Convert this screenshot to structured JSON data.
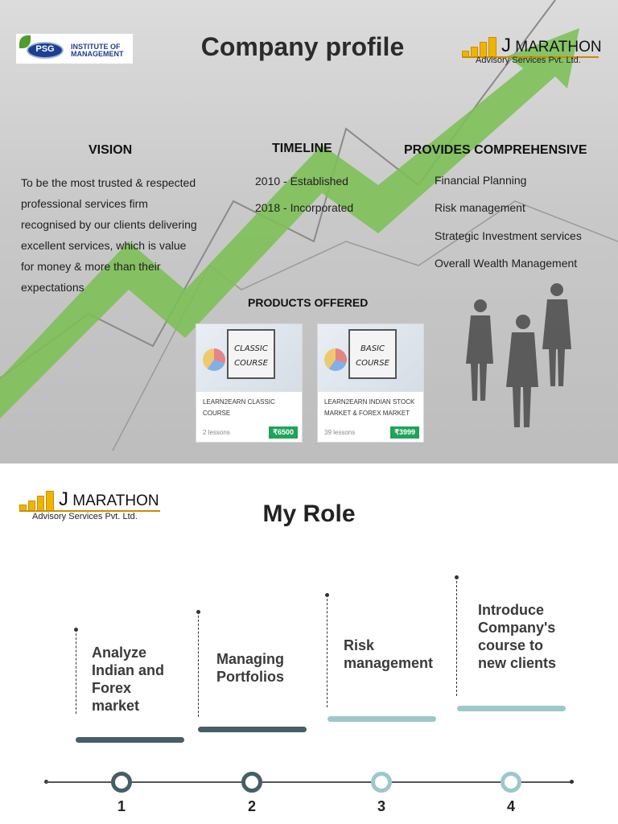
{
  "slide1": {
    "psg_logo": {
      "abbr": "PSG",
      "line1": "INSTITUTE OF",
      "line2": "MANAGEMENT"
    },
    "title": "Company profile",
    "jm_logo": {
      "initial": "J",
      "name": "MARATHON",
      "tagline": "Advisory Services Pvt. Ltd."
    },
    "vision": {
      "heading": "VISION",
      "lines": [
        "To be the most trusted & respected",
        "professional services firm",
        "recognised by our clients delivering",
        "excellent services, which is value",
        "for money & more than their",
        "expectations"
      ]
    },
    "timeline": {
      "heading": "TIMELINE",
      "items": [
        "2010 - Established",
        "2018 - Incorporated"
      ]
    },
    "provides": {
      "heading": "PROVIDES COMPREHENSIVE",
      "items": [
        "Financial Planning",
        "Risk management",
        "Strategic Investment services",
        "Overall Wealth Management"
      ]
    },
    "products": {
      "heading": "PRODUCTS OFFERED",
      "cards": [
        {
          "board_line1": "CLASSIC",
          "board_line2": "COURSE",
          "title_line1": "LEARN2EARN CLASSIC",
          "title_line2": "COURSE",
          "lessons": "2 lessons",
          "price": "₹6500"
        },
        {
          "board_line1": "BASIC",
          "board_line2": "COURSE",
          "title_line1": "LEARN2EARN INDIAN STOCK",
          "title_line2": "MARKET & FOREX MARKET",
          "lessons": "39 lessons",
          "price": "₹3999"
        }
      ]
    }
  },
  "slide2": {
    "jm_logo": {
      "initial": "J",
      "name": "MARATHON",
      "tagline": "Advisory Services Pvt. Ltd."
    },
    "title": "My Role",
    "steps": [
      {
        "number": "1",
        "lines": [
          "Analyze",
          "Indian and",
          "Forex",
          "market"
        ]
      },
      {
        "number": "2",
        "lines": [
          "Managing",
          "Portfolios"
        ]
      },
      {
        "number": "3",
        "lines": [
          "Risk",
          "management"
        ]
      },
      {
        "number": "4",
        "lines": [
          "Introduce",
          "Company's",
          "course to",
          "new clients"
        ]
      }
    ],
    "colors": {
      "dark": "#465e66",
      "light": "#9ec7c9"
    }
  }
}
